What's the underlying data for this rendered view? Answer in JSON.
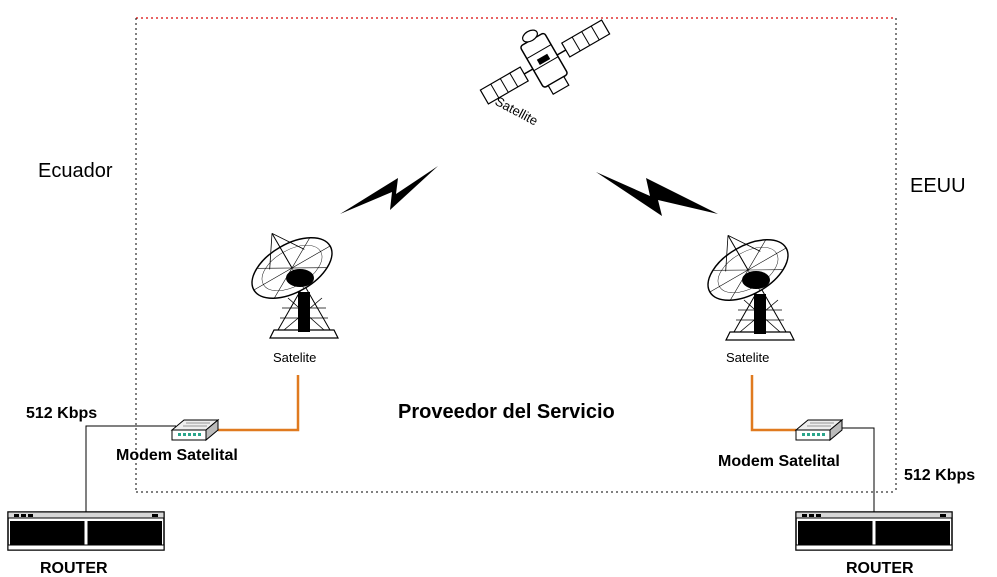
{
  "regions": {
    "left": "Ecuador",
    "right": "EEUU"
  },
  "provider_label": "Proveedor del Servicio",
  "satellite": {
    "label": "Satellite"
  },
  "left_site": {
    "dish_label": "Satelite",
    "modem_label": "Modem Satelital",
    "bandwidth": "512 Kbps",
    "router_label": "ROUTER"
  },
  "right_site": {
    "dish_label": "Satelite",
    "modem_label": "Modem Satelital",
    "bandwidth": "512 Kbps",
    "router_label": "ROUTER"
  },
  "colors": {
    "provider_border_top": "#e03030",
    "cable": "#e07a1f",
    "outline": "#000000"
  }
}
